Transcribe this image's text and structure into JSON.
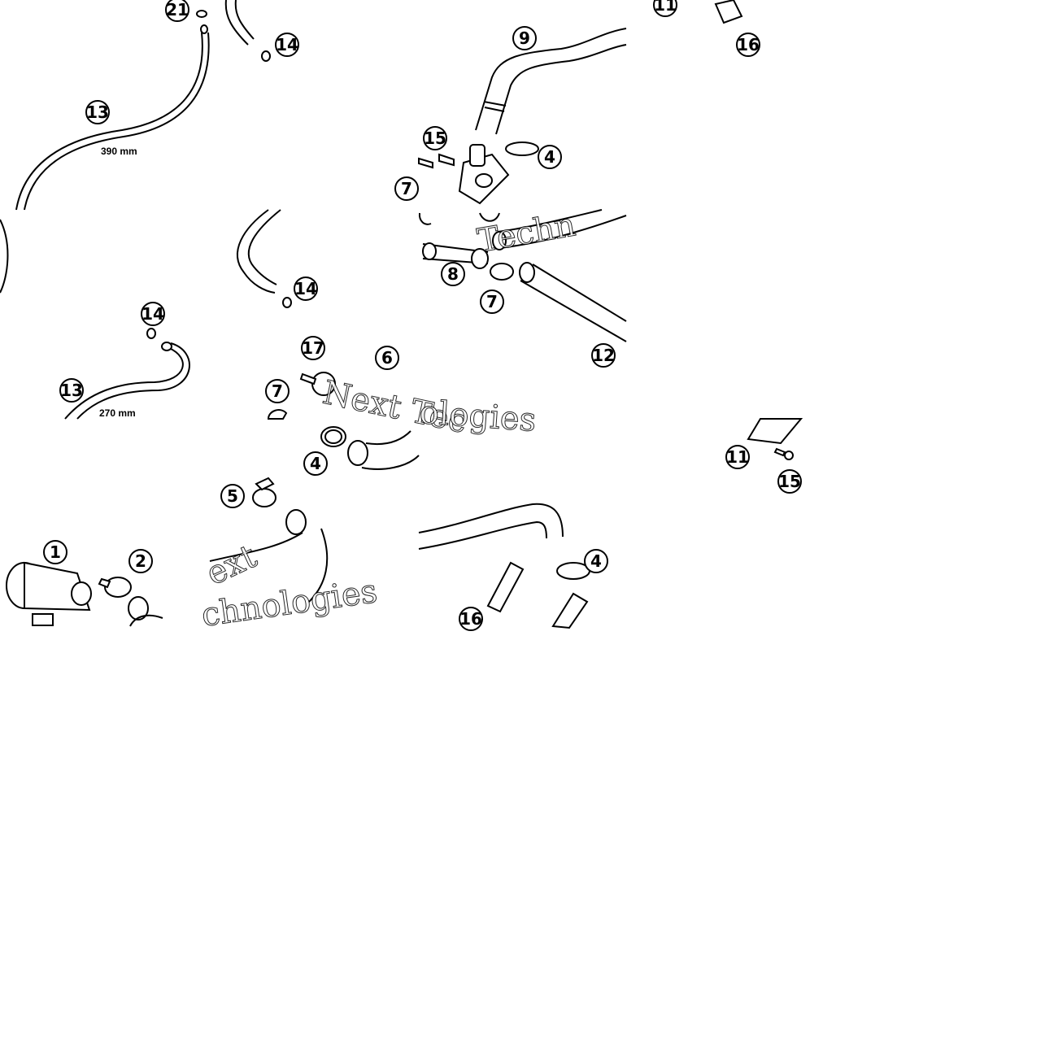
{
  "callouts": {
    "c21": "21",
    "c14a": "14",
    "c13a": "13",
    "c9": "9",
    "c15a": "15",
    "c4a": "4",
    "c7a": "7",
    "c11a": "11",
    "c16a": "16",
    "c14b": "14",
    "c14c": "14",
    "c13b": "13",
    "c8": "8",
    "c7b": "7",
    "c12": "12",
    "c17": "17",
    "c6": "6",
    "c7c": "7",
    "c4b": "4",
    "c5": "5",
    "c1": "1",
    "c2": "2",
    "c4c": "4",
    "c16b": "16",
    "c11b": "11",
    "c15b": "15"
  },
  "dimensions": {
    "hose_13_upper": "390 mm",
    "hose_13_lower": "270 mm"
  },
  "watermark": {
    "line1": "Next Tec",
    "line2": "ologies",
    "line3": "Techn",
    "line4": "ext",
    "line5": "chnologies"
  }
}
